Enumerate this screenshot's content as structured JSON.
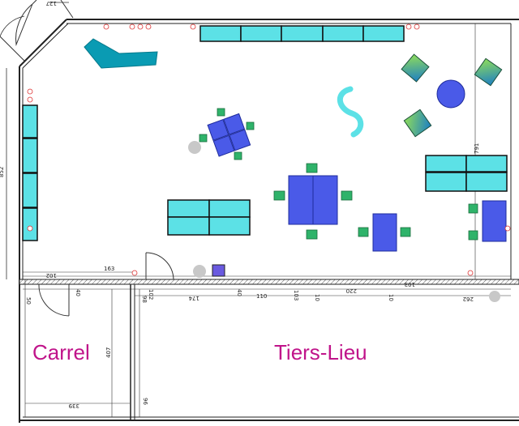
{
  "rooms": {
    "carrel_label": "Carrel",
    "tiers_lieu_label": "Tiers-Lieu"
  },
  "dimensions": {
    "top_door": "127",
    "left_wall": "852",
    "right_wall": "791",
    "d102_top": "102",
    "d163": "163",
    "d40_left": "40",
    "d50": "50",
    "d102_mid": "102",
    "d98_a": "98",
    "d174": "174",
    "d40_mid": "40",
    "d110": "110",
    "d10_a": "10",
    "d103_a": "103",
    "d220": "220",
    "d10_b": "10",
    "d103_b": "103",
    "d262": "262",
    "d407": "407",
    "d339": "339",
    "d96": "96"
  },
  "colors": {
    "cyan_furniture": "#5ce1e6",
    "teal_desk": "#0a9bb3",
    "blue_table": "#4a5ae8",
    "green_chair": "#2fb36a",
    "room_label": "#c0148a"
  }
}
